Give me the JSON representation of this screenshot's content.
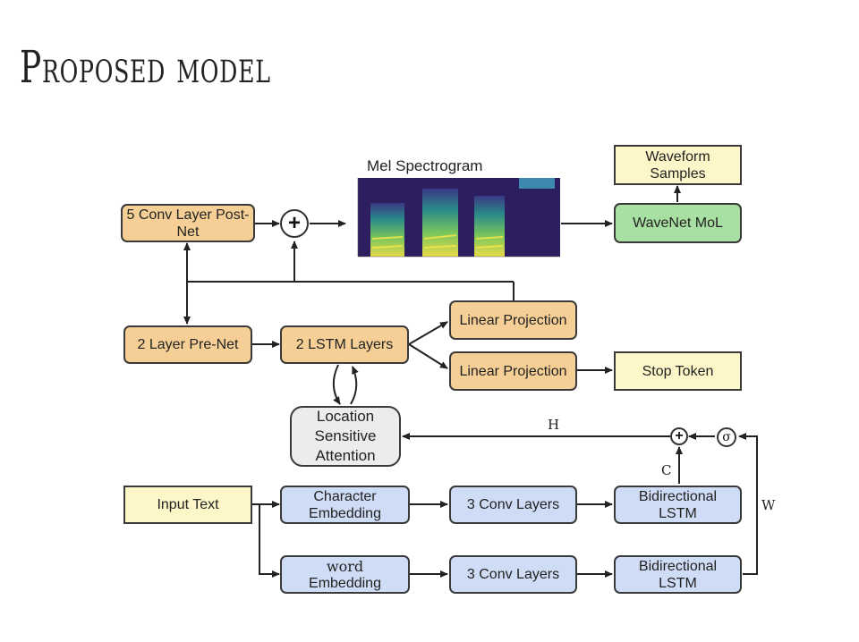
{
  "title": "Proposed model",
  "blocks": {
    "waveform_samples": "Waveform Samples",
    "wavenet": "WaveNet MoL",
    "postnet": "5 Conv Layer Post-Net",
    "prenet": "2 Layer Pre-Net",
    "lstm": "2 LSTM Layers",
    "linear_proj_1": "Linear Projection",
    "linear_proj_2": "Linear Projection",
    "stop_token": "Stop Token",
    "attention": "Location Sensitive Attention",
    "input_text": "Input Text",
    "char_embedding": "Character Embedding",
    "conv_1": "3 Conv Layers",
    "bilstm_1": "Bidirectional LSTM",
    "word_embedding_word": "word",
    "word_embedding_rest": "Embedding",
    "conv_2": "3 Conv Layers",
    "bilstm_2": "Bidirectional LSTM"
  },
  "spectrogram": {
    "title": "Mel Spectrogram"
  },
  "edge_labels": {
    "h": "H",
    "c": "C",
    "w": "W"
  },
  "symbols": {
    "plus": "+",
    "sigma": "σ"
  },
  "colors": {
    "decoder_blocks": "#f5cf95",
    "vocoder_block": "#a8dfa2",
    "io_blocks": "#fdf6c8",
    "encoder_blocks": "#cfdcf6",
    "attention_block": "#ececec"
  }
}
